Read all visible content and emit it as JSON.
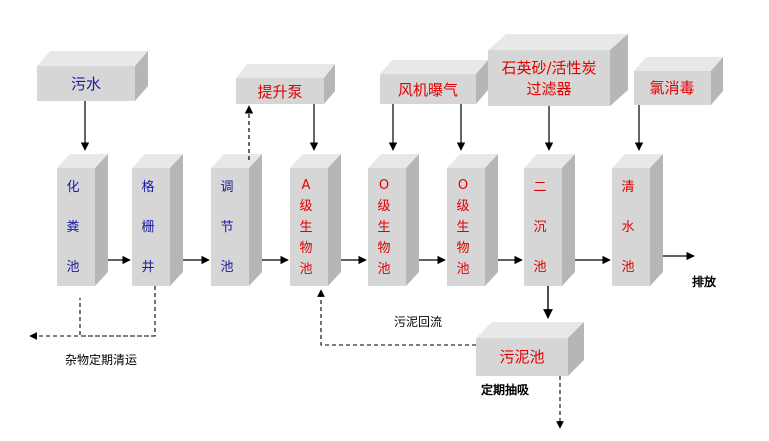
{
  "colors": {
    "box_front": "#d6d6d6",
    "box_top": "#e8e8e8",
    "box_side": "#b6b6b6",
    "text_blue": "#1a1aa0",
    "text_red": "#e00000",
    "line": "#000000"
  },
  "top_boxes": {
    "sewage": "污水",
    "lift_pump": "提升泵",
    "blower_aeration": "风机曝气",
    "filter_line1": "石英砂/活性炭",
    "filter_line2": "过滤器",
    "chlorine": "氯消毒"
  },
  "tanks": [
    {
      "chars": [
        "化",
        "粪",
        "池"
      ]
    },
    {
      "chars": [
        "格",
        "栅",
        "井"
      ]
    },
    {
      "chars": [
        "调",
        "节",
        "池"
      ]
    },
    {
      "chars": [
        "A",
        "级",
        "生",
        "物",
        "池"
      ]
    },
    {
      "chars": [
        "O",
        "级",
        "生",
        "物",
        "池"
      ]
    },
    {
      "chars": [
        "O",
        "级",
        "生",
        "物",
        "池"
      ]
    },
    {
      "chars": [
        "二",
        "沉",
        "池"
      ]
    },
    {
      "chars": [
        "清",
        "水",
        "池"
      ]
    }
  ],
  "sludge_tank": "污泥池",
  "labels": {
    "discharge": "排放",
    "sludge_return": "污泥回流",
    "debris_cleanup": "杂物定期清运",
    "periodic_pumping": "定期抽吸"
  }
}
